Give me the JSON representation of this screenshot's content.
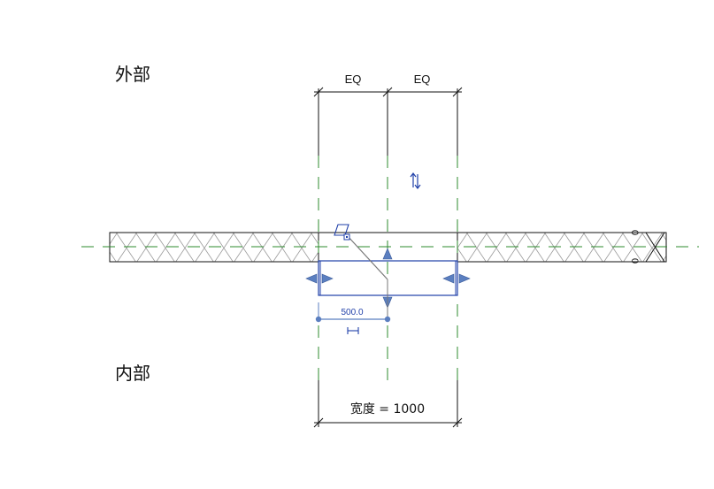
{
  "regions": {
    "exterior": "外部",
    "interior": "内部"
  },
  "dimensions": {
    "eq_left": "EQ",
    "eq_right": "EQ",
    "temporary": "500.0",
    "width": "宽度 = 1000",
    "wall_end_top": "0",
    "wall_end_bottom": "0"
  },
  "colors": {
    "reference_plane": "#2e8b2e",
    "selection": "#1f3fa8",
    "grip": "#5b7fc0",
    "hatch": "#9a9a9a",
    "ink": "#111111"
  },
  "icons": [
    "flip-arrows-icon",
    "family-edit-icon",
    "dimension-toggle-icon"
  ]
}
